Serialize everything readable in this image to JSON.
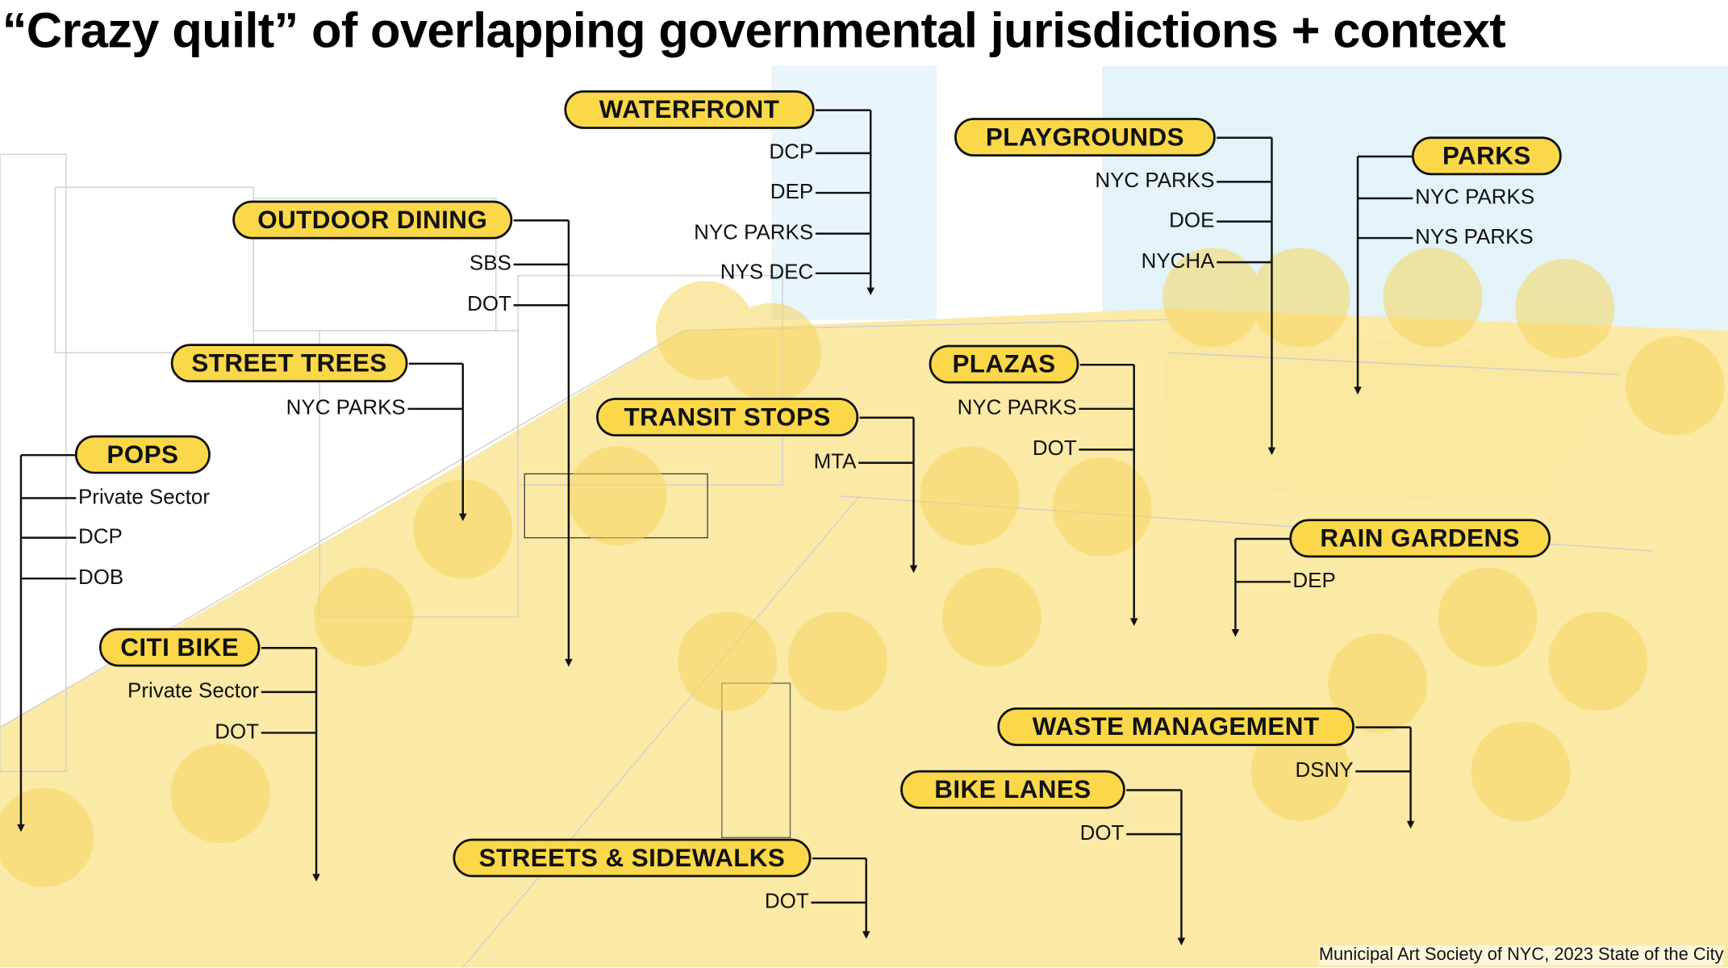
{
  "title": "“Crazy quilt” of overlapping governmental jurisdictions +  context",
  "credit": "Municipal Art Society of NYC, 2023 State of the City",
  "colors": {
    "pill": "#fbd84a",
    "ground": "#fbe9a6",
    "tree": "#f7d964",
    "sky": "#dff2f8"
  },
  "groups": [
    {
      "label": "WATERFRONT",
      "agencies": [
        "DCP",
        "DEP",
        "NYC PARKS",
        "NYS DEC"
      ]
    },
    {
      "label": "OUTDOOR DINING",
      "agencies": [
        "SBS",
        "DOT"
      ]
    },
    {
      "label": "STREET TREES",
      "agencies": [
        "NYC PARKS"
      ]
    },
    {
      "label": "POPS",
      "agencies": [
        "Private Sector",
        "DCP",
        "DOB"
      ]
    },
    {
      "label": "CITI BIKE",
      "agencies": [
        "Private Sector",
        "DOT"
      ]
    },
    {
      "label": "TRANSIT STOPS",
      "agencies": [
        "MTA"
      ]
    },
    {
      "label": "PLAZAS",
      "agencies": [
        "NYC PARKS",
        "DOT"
      ]
    },
    {
      "label": "PLAYGROUNDS",
      "agencies": [
        "NYC PARKS",
        "DOE",
        "NYCHA"
      ]
    },
    {
      "label": "PARKS",
      "agencies": [
        "NYC PARKS",
        "NYS PARKS"
      ]
    },
    {
      "label": "RAIN GARDENS",
      "agencies": [
        "DEP"
      ]
    },
    {
      "label": "WASTE MANAGEMENT",
      "agencies": [
        "DSNY"
      ]
    },
    {
      "label": "BIKE LANES",
      "agencies": [
        "DOT"
      ]
    },
    {
      "label": "STREETS & SIDEWALKS",
      "agencies": [
        "DOT"
      ]
    }
  ]
}
